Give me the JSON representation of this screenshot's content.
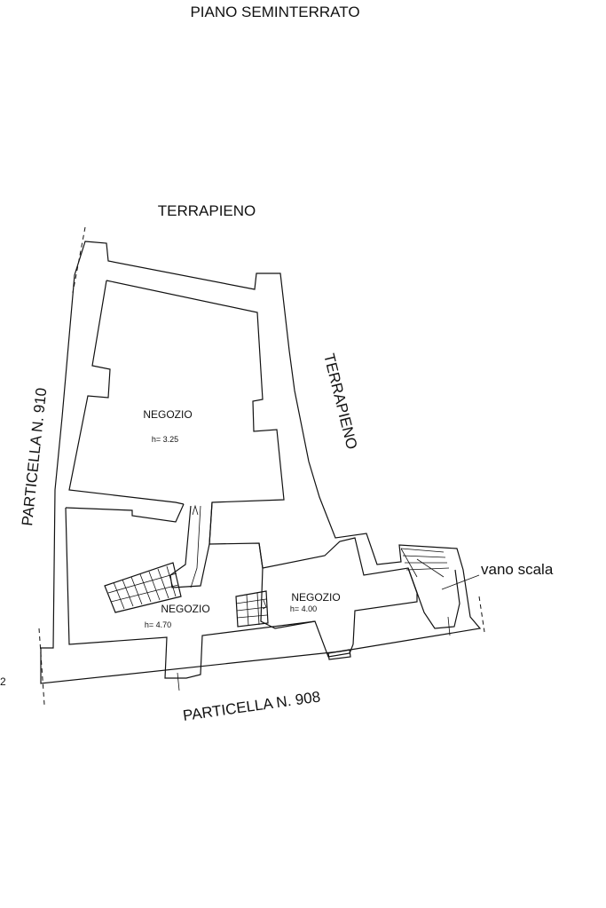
{
  "title": "PIANO SEMINTERRATO",
  "labels": {
    "terrapieno_top": "TERRAPIENO",
    "terrapieno_right": "TERRAPIENO",
    "particella_910": "PARTICELLA N. 910",
    "particella_908": "PARTICELLA N. 908",
    "vano_scala": "vano scala",
    "edge_mark": "2"
  },
  "rooms": [
    {
      "name": "NEGOZIO",
      "height": "h= 3.25"
    },
    {
      "name": "NEGOZIO",
      "height": "h= 4.70"
    },
    {
      "name": "NEGOZIO",
      "height": "h= 4.00"
    }
  ]
}
